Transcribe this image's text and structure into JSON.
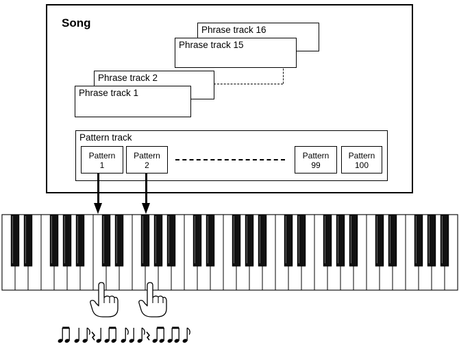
{
  "song": {
    "title": "Song",
    "phrase_tracks": [
      "Phrase track 16",
      "Phrase track 15",
      "Phrase track 2",
      "Phrase track 1"
    ]
  },
  "pattern_track": {
    "label": "Pattern track",
    "patterns": [
      {
        "label": "Pattern",
        "number": "1"
      },
      {
        "label": "Pattern",
        "number": "2"
      },
      {
        "label": "Pattern",
        "number": "99"
      },
      {
        "label": "Pattern",
        "number": "100"
      }
    ]
  },
  "icons": {
    "hand": "pointing-hand-icon",
    "notes": "music-notes-icon"
  }
}
